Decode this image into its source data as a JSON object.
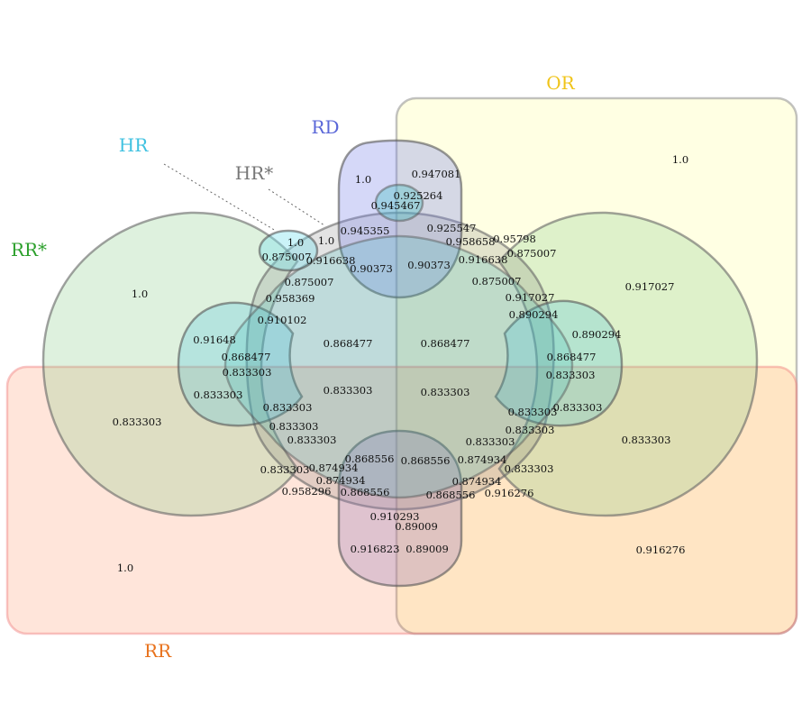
{
  "diagram": {
    "type": "venn-6-set",
    "sets": [
      {
        "id": "OR",
        "label": "OR",
        "color": "#f0c419"
      },
      {
        "id": "RR",
        "label": "RR",
        "color": "#e8721c"
      },
      {
        "id": "RR_STAR",
        "label": "RR*",
        "color": "#2ca02c"
      },
      {
        "id": "RD",
        "label": "RD",
        "color": "#5a67d8"
      },
      {
        "id": "HR",
        "label": "HR",
        "color": "#3fc1e0"
      },
      {
        "id": "HR_STAR",
        "label": "HR*",
        "color": "#777777"
      }
    ],
    "region_values": [
      "1.0",
      "0.947081",
      "0.925264",
      "0.945467",
      "1.0",
      "0.945355",
      "0.925547",
      "1.0",
      "0.958658",
      "0.95798",
      "0.875007",
      "0.916638",
      "0.90373",
      "0.90373",
      "0.916638",
      "0.875007",
      "0.875007",
      "0.875007",
      "1.0",
      "0.917027",
      "0.958369",
      "0.917027",
      "0.890294",
      "0.910102",
      "0.890294",
      "0.91648",
      "0.868477",
      "0.868477",
      "0.868477",
      "0.868477",
      "0.833303",
      "0.833303",
      "0.833303",
      "0.833303",
      "0.833303",
      "0.833303",
      "0.833303",
      "0.833303",
      "0.833303",
      "0.833303",
      "0.833303",
      "0.833303",
      "0.833303",
      "0.833303",
      "0.833303",
      "0.833303",
      "0.868556",
      "0.868556",
      "0.874934",
      "0.874934",
      "0.874934",
      "0.874934",
      "0.958296",
      "0.868556",
      "0.868556",
      "0.916276",
      "0.910293",
      "0.89009",
      "0.916823",
      "0.89009",
      "1.0",
      "0.916276",
      "1.0"
    ]
  }
}
